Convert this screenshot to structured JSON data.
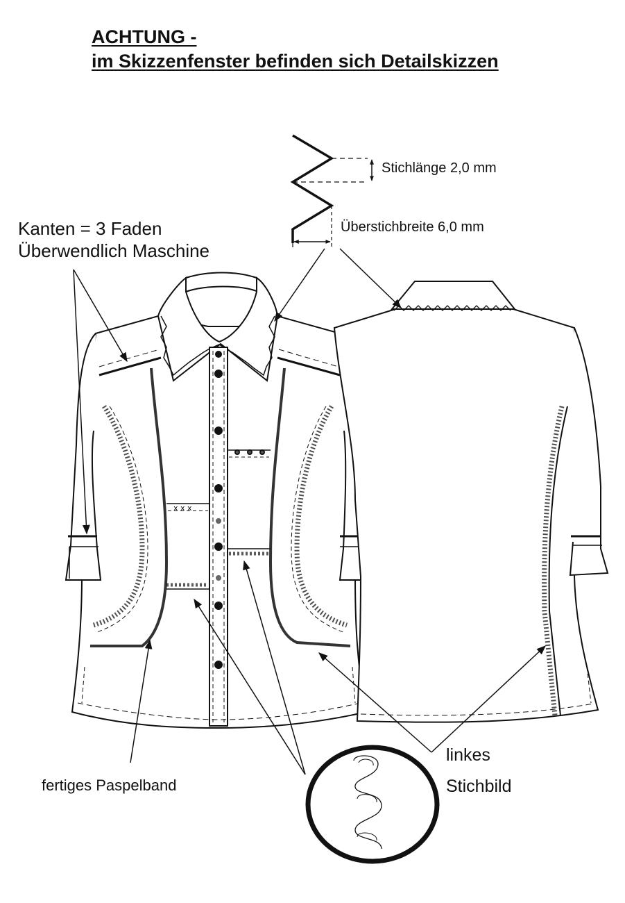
{
  "heading": {
    "line1": "ACHTUNG -",
    "line2": "im Skizzenfenster befinden sich Detailskizzen"
  },
  "annotations": {
    "edges_line1": "Kanten = 3 Faden",
    "edges_line2": "Überwendlich Maschine",
    "stitch_length": "Stichlänge 2,0 mm",
    "overlock_width": "Überstichbreite 6,0 mm",
    "piping": "fertiges Paspelband",
    "left_stitch_line1": "linkes",
    "left_stitch_line2": "Stichbild"
  },
  "colors": {
    "ink": "#111111",
    "paper": "#ffffff",
    "piping": "#333333"
  }
}
